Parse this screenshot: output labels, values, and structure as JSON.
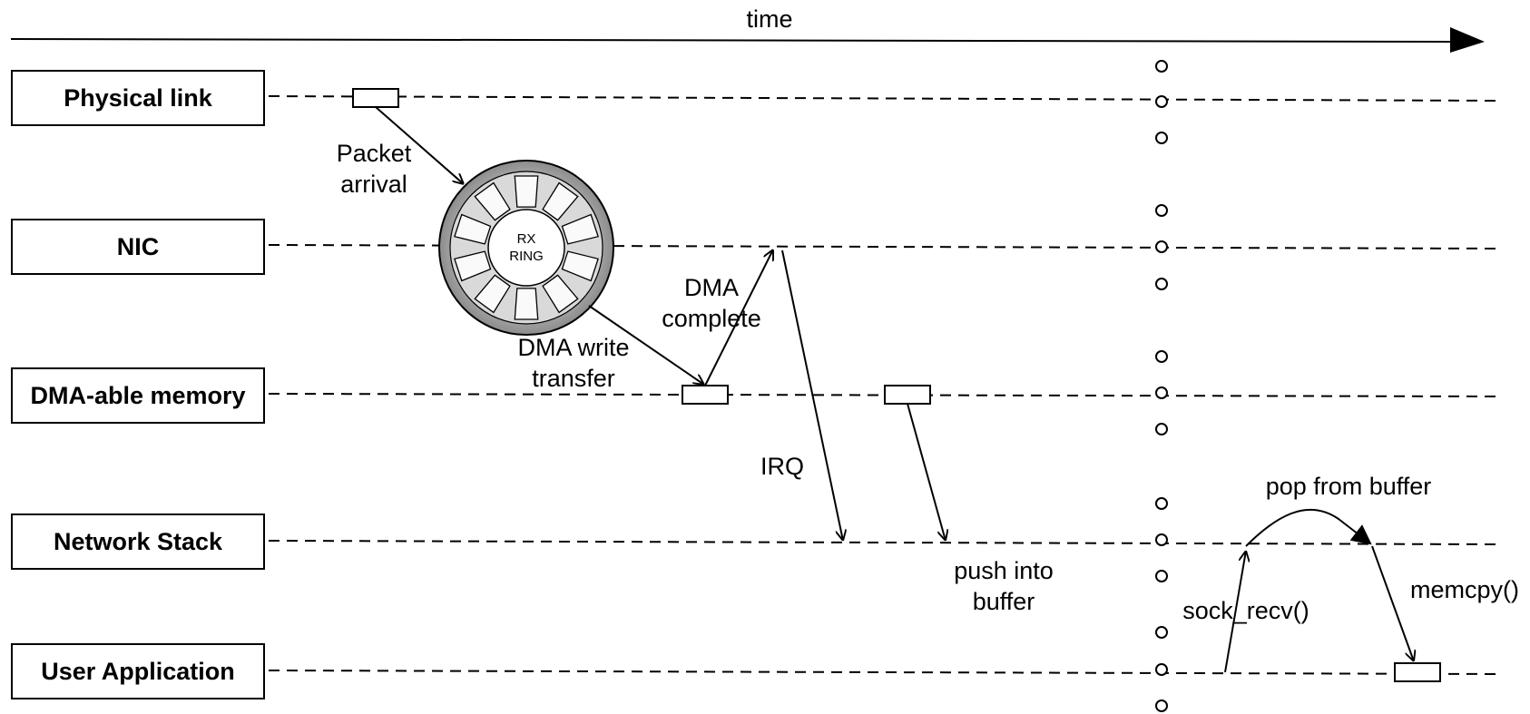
{
  "time_label": "time",
  "lanes": [
    {
      "label": "Physical link"
    },
    {
      "label": "NIC"
    },
    {
      "label": "DMA-able memory"
    },
    {
      "label": "Network Stack"
    },
    {
      "label": "User Application"
    }
  ],
  "ring": {
    "line1": "RX",
    "line2": "RING"
  },
  "annotations": {
    "packet_arrival": [
      "Packet",
      "arrival"
    ],
    "dma_write": [
      "DMA write",
      "transfer"
    ],
    "dma_complete": [
      "DMA",
      "complete"
    ],
    "irq": "IRQ",
    "push_into_buffer": [
      "push into",
      "buffer"
    ],
    "pop_from_buffer": "pop from buffer",
    "sock_recv": "sock_recv()",
    "memcpy": "memcpy()"
  }
}
